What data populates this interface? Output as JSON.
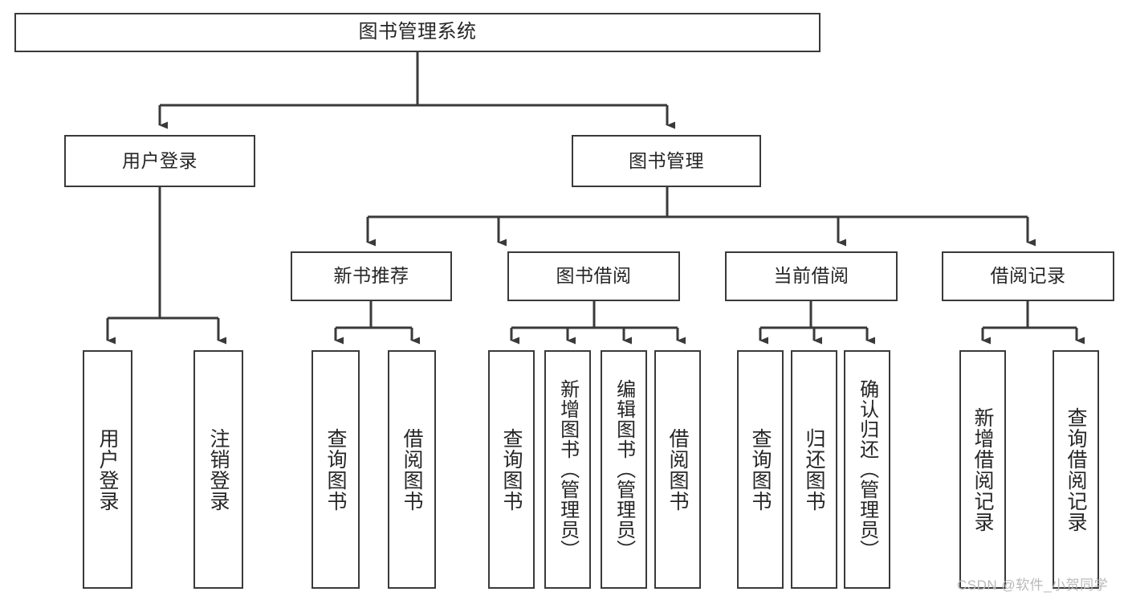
{
  "diagram": {
    "type": "tree-hierarchy-chart",
    "title": "图书管理系统",
    "orientation": "top-down",
    "box_border_color": "#3a3a3a",
    "box_fill_color": "#ffffff",
    "text_color": "#262626",
    "edge_color": "#3a3a3a",
    "background_color": "#ffffff"
  },
  "nodes": {
    "root": {
      "label": "图书管理系统",
      "level": 1
    },
    "level2": [
      {
        "id": "user-login",
        "label": "用户登录"
      },
      {
        "id": "book-management",
        "label": "图书管理"
      }
    ],
    "level3": [
      {
        "id": "new-book-recommend",
        "label": "新书推荐",
        "parent": "book-management"
      },
      {
        "id": "book-borrow",
        "label": "图书借阅",
        "parent": "book-management"
      },
      {
        "id": "current-borrow",
        "label": "当前借阅",
        "parent": "book-management"
      },
      {
        "id": "borrow-record",
        "label": "借阅记录",
        "parent": "book-management"
      }
    ],
    "leaves": {
      "user-login": [
        {
          "id": "leaf-user-login",
          "label": "用户登录"
        },
        {
          "id": "leaf-logout",
          "label": "注销登录"
        }
      ],
      "new-book-recommend": [
        {
          "id": "leaf-query-book-1",
          "label": "查询图书"
        },
        {
          "id": "leaf-borrow-book-1",
          "label": "借阅图书"
        }
      ],
      "book-borrow": [
        {
          "id": "leaf-query-book-2",
          "label": "查询图书"
        },
        {
          "id": "leaf-add-book",
          "label": "新增图书（管理员）"
        },
        {
          "id": "leaf-edit-book",
          "label": "编辑图书（管理员）"
        },
        {
          "id": "leaf-borrow-book-2",
          "label": "借阅图书"
        }
      ],
      "current-borrow": [
        {
          "id": "leaf-query-book-3",
          "label": "查询图书"
        },
        {
          "id": "leaf-return-book",
          "label": "归还图书"
        },
        {
          "id": "leaf-confirm-return",
          "label": "确认归还（管理员）"
        }
      ],
      "borrow-record": [
        {
          "id": "leaf-add-record",
          "label": "新增借阅记录"
        },
        {
          "id": "leaf-query-record",
          "label": "查询借阅记录"
        }
      ]
    }
  },
  "watermark": {
    "text": "CSDN @软件_小贺同学"
  }
}
